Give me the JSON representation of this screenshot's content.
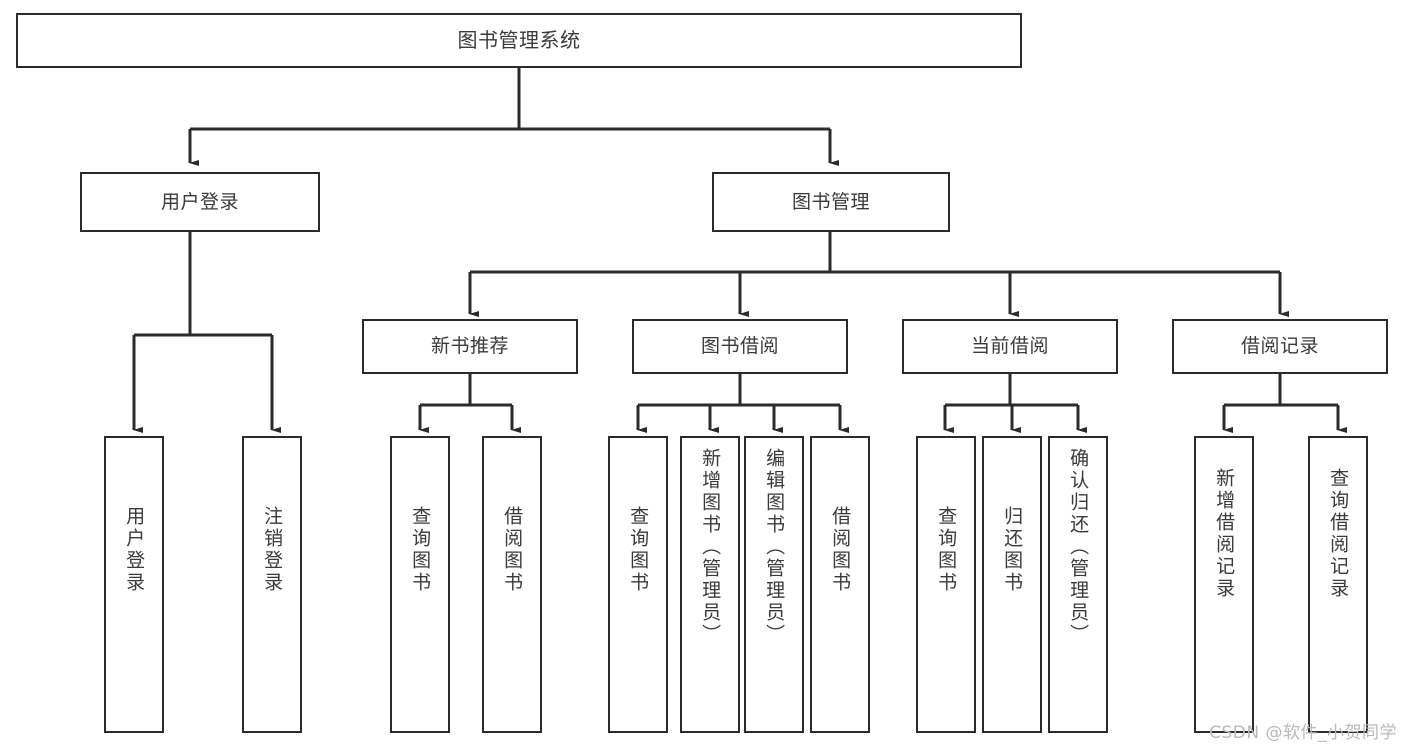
{
  "diagram": {
    "title": "图书管理系统",
    "type": "tree-hierarchy-diagram",
    "colors": {
      "box_border": "#2b2b2b",
      "box_fill": "#ffffff",
      "connector": "#2b2b2b",
      "text": "#3a3a3a",
      "watermark": "#b9b9b9",
      "background": "#ffffff"
    },
    "nodes": {
      "root": {
        "label": "图书管理系统"
      },
      "level2": [
        {
          "id": "user-login",
          "label": "用户登录"
        },
        {
          "id": "book-management",
          "label": "图书管理"
        }
      ],
      "level3": [
        {
          "id": "new-book-recommend",
          "label": "新书推荐"
        },
        {
          "id": "book-borrow",
          "label": "图书借阅"
        },
        {
          "id": "current-borrow",
          "label": "当前借阅"
        },
        {
          "id": "borrow-record",
          "label": "借阅记录"
        }
      ],
      "leaves": {
        "user-login": [
          {
            "id": "leaf-user-login",
            "label": "用户登录"
          },
          {
            "id": "leaf-logout-login",
            "label": "注销登录"
          }
        ],
        "new-book-recommend": [
          {
            "id": "leaf-query-book-1",
            "label": "查询图书"
          },
          {
            "id": "leaf-borrow-book-1",
            "label": "借阅图书"
          }
        ],
        "book-borrow": [
          {
            "id": "leaf-query-book-2",
            "label": "查询图书"
          },
          {
            "id": "leaf-add-book-admin",
            "label": "新增图书（管理员）"
          },
          {
            "id": "leaf-edit-book-admin",
            "label": "编辑图书（管理员）"
          },
          {
            "id": "leaf-borrow-book-2",
            "label": "借阅图书"
          }
        ],
        "current-borrow": [
          {
            "id": "leaf-query-book-3",
            "label": "查询图书"
          },
          {
            "id": "leaf-return-book",
            "label": "归还图书"
          },
          {
            "id": "leaf-confirm-return-admin",
            "label": "确认归还（管理员）"
          }
        ],
        "borrow-record": [
          {
            "id": "leaf-add-borrow-record",
            "label": "新增借阅记录"
          },
          {
            "id": "leaf-query-borrow-record",
            "label": "查询借阅记录"
          }
        ]
      }
    },
    "watermark": "CSDN @软件_小贺同学"
  }
}
